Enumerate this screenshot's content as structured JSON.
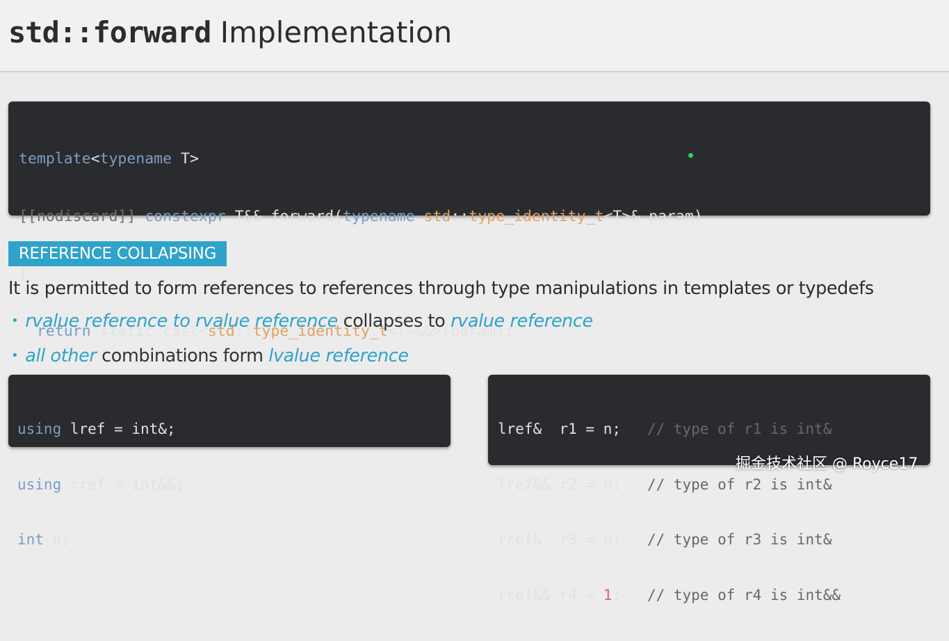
{
  "header": {
    "title_mono": "std::forward",
    "title_rest": " Implementation"
  },
  "main_code": {
    "line1": {
      "template": "template",
      "lt": "<",
      "typename": "typename",
      "rest": " T>"
    },
    "line2": {
      "attr": "[[nodiscard]]",
      "sp1": " ",
      "constexpr": "constexpr",
      "mid": " T&& forward(",
      "typename": "typename",
      "sp2": " ",
      "std": "std",
      "colons": "::",
      "type_identity": "type_identity_t",
      "rest": "<T>& param)"
    },
    "line3": "{",
    "line4": {
      "indent": "  ",
      "ret": "return",
      "mid": " static_cast<",
      "std": "std",
      "colons": "::",
      "type_identity": "type_identity_t",
      "rest": "<T>&&>(param);"
    },
    "line5": "}"
  },
  "badge": "REFERENCE COLLAPSING",
  "paragraph": "It is permitted to form references to references through type manipulations in templates or typedefs",
  "bullets": [
    {
      "hl1": "rvalue reference to rvalue reference",
      "text": " collapses to ",
      "hl2": "rvalue reference"
    },
    {
      "hl1": "all other",
      "text": " combinations form ",
      "hl2": "lvalue reference"
    }
  ],
  "bullet_symbol": "•",
  "left_code": {
    "line1": {
      "kw": "using",
      "rest": " lref = int&;"
    },
    "line2": {
      "kw": "using",
      "rest": " rref = int&&;"
    },
    "line3": {
      "kw": "int",
      "rest": " n;"
    }
  },
  "right_code": [
    {
      "code": "lref&  r1 = n;",
      "pad": "   ",
      "comment": "// type of r1 is int&"
    },
    {
      "code": "lref&& r2 = n;",
      "pad": "   ",
      "comment": "// type of r2 is int&"
    },
    {
      "code": "rref&  r3 = n;",
      "pad": "   ",
      "comment": "// type of r3 is int&"
    },
    {
      "code_pre": "rref&& r4 = ",
      "num": "1",
      "code_post": ";",
      "pad": "   ",
      "comment": "// type of r4 is int&&"
    }
  ],
  "watermark": "掘金技术社区 @ Royce17",
  "colors": {
    "accent": "#2fa3c9",
    "code_bg": "#2a2b2e",
    "keyword": "#7d9cc3",
    "type": "#e0a262",
    "cursor": "#2fd04f"
  }
}
